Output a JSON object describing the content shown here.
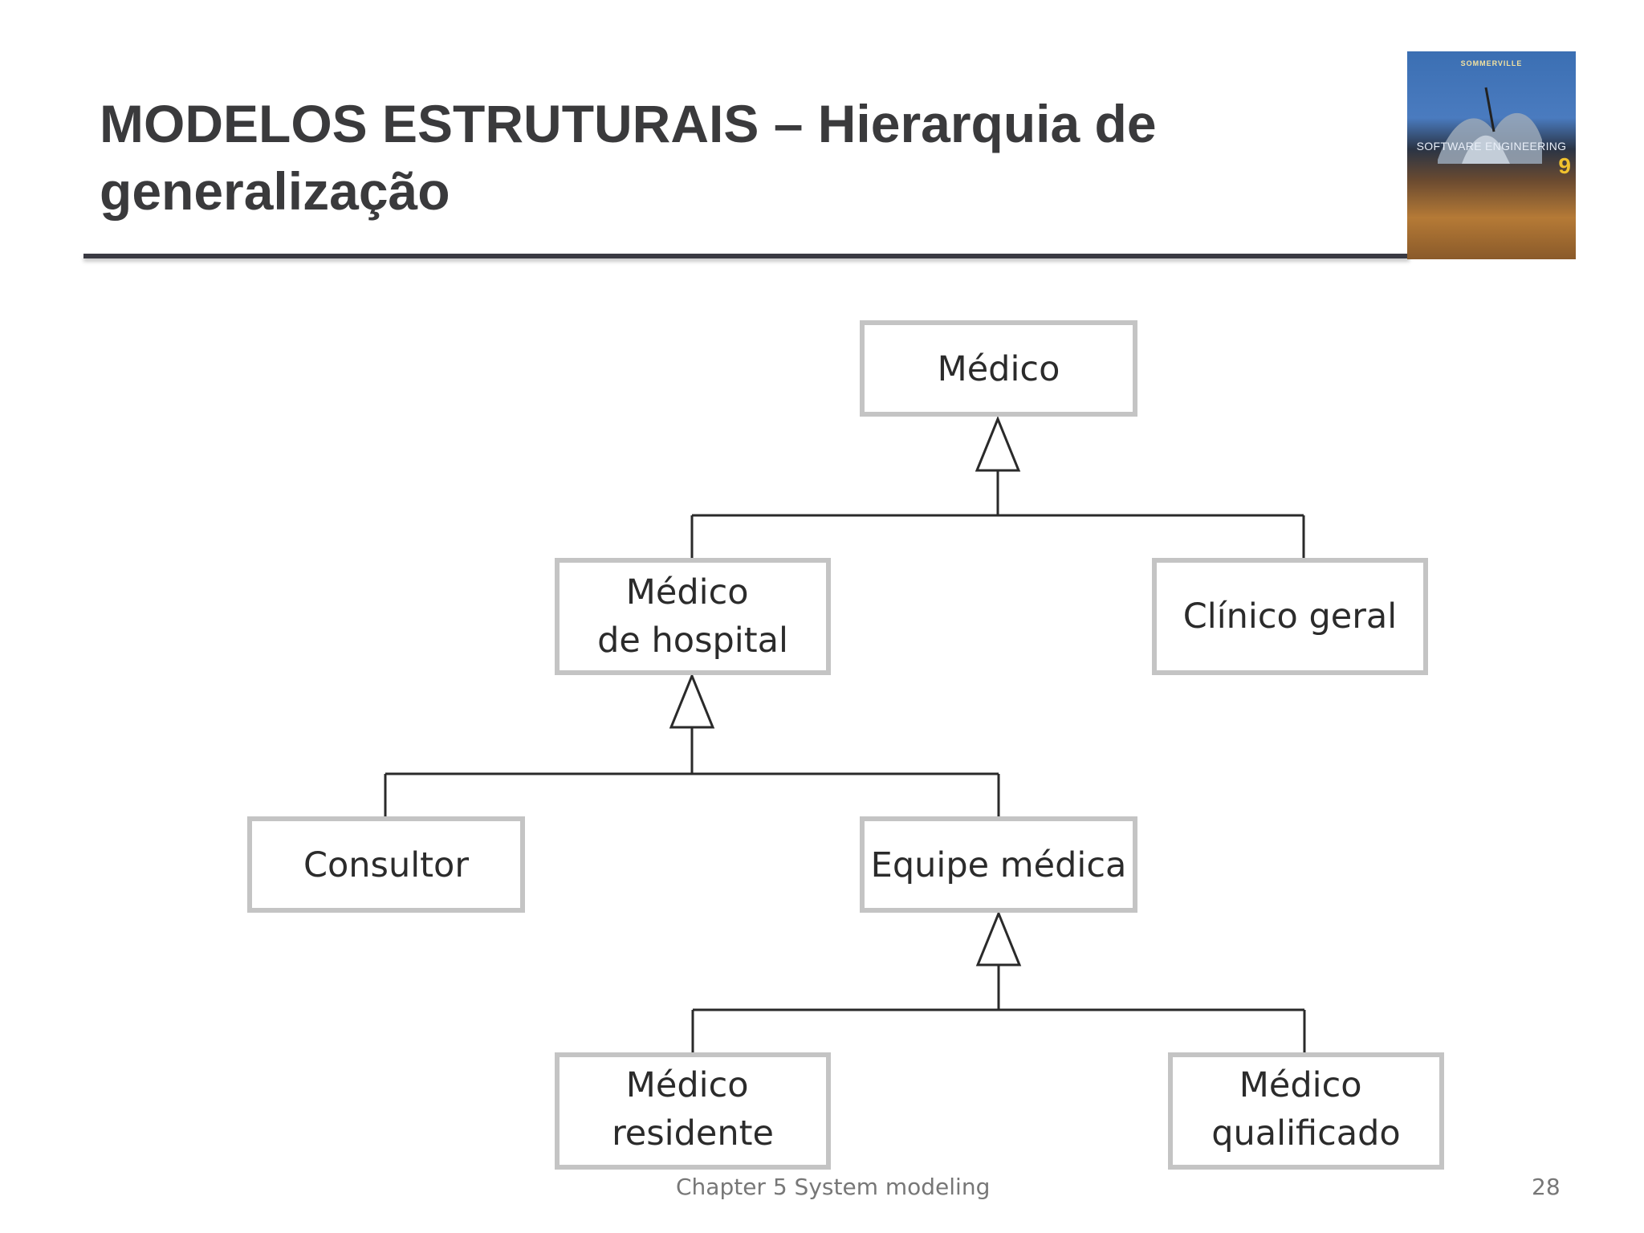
{
  "slide": {
    "title": "MODELOS ESTRUTURAIS – Hierarquia de generalização",
    "footer": "Chapter 5 System modeling",
    "page_number": "28"
  },
  "book_cover": {
    "author": "SOMMERVILLE",
    "series": "SOFTWARE ENGINEERING",
    "edition": "9"
  },
  "diagram": {
    "classes": {
      "medico": {
        "lines": [
          "Médico"
        ]
      },
      "medico_hospital": {
        "lines": [
          "Médico",
          "de hospital"
        ]
      },
      "clinico_geral": {
        "lines": [
          "Clínico geral"
        ]
      },
      "consultor": {
        "lines": [
          "Consultor"
        ]
      },
      "equipe_medica": {
        "lines": [
          "Equipe médica"
        ]
      },
      "medico_residente": {
        "lines": [
          "Médico",
          "residente"
        ]
      },
      "medico_qualificado": {
        "lines": [
          "Médico",
          "qualificado"
        ]
      }
    },
    "colors": {
      "box_border": "#c4c4c4",
      "line": "#2a2a2a",
      "text": "#2b2b2b"
    }
  }
}
